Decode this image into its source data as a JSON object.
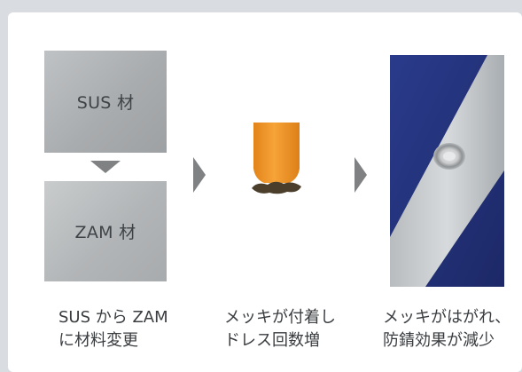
{
  "boxes": {
    "sus_label": "SUS 材",
    "zam_label": "ZAM 材"
  },
  "captions": {
    "step1": [
      "SUS から ZAM",
      "に材料変更"
    ],
    "step2": [
      "メッキが付着し",
      "ドレス回数増"
    ],
    "step3": [
      "メッキがはがれ、",
      "防錆効果が減少"
    ]
  },
  "colors": {
    "metal_box": "#a9acae",
    "arrow": "#7f8183",
    "electrode_orange": "#f0961e",
    "plating_deposit": "#4b3f2c",
    "photo_blue": "#23327a",
    "caption_text": "#3a3d40"
  },
  "icons": {
    "electrode": "electrode-tip-icon",
    "arrows": "triangle-arrow-icon",
    "photo": "corroded-steel-photo"
  }
}
